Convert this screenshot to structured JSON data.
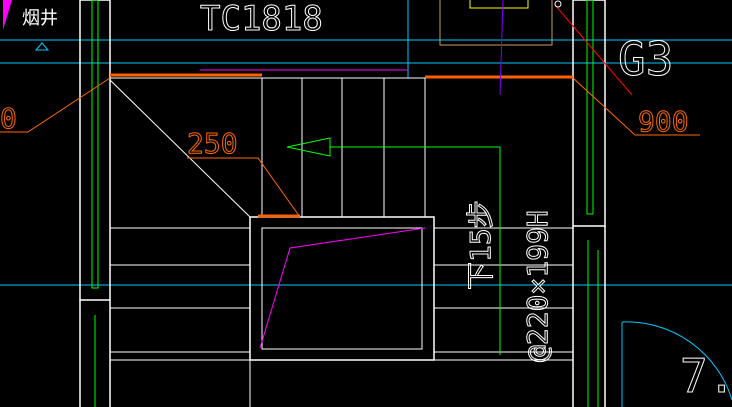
{
  "colors": {
    "background": "#000000",
    "wall": "#ffffff",
    "step": "#ffffff",
    "leader": "#ff8000",
    "dimension": "#ff6a00",
    "accent": "#ff6000",
    "cyan": "#00c8ff",
    "green": "#00ff00",
    "magenta": "#ff00ff",
    "yellow": "#ffff00",
    "red": "#ff0000",
    "olive": "#c8a060"
  },
  "labels": {
    "flue_shaft": "烟井",
    "window_tag": "TC1818",
    "grid_tag": "G3",
    "dim_left": "0",
    "dim_right": "900",
    "dim_step": "250",
    "steps_label": "下15步",
    "tread_spec": "@220×199H",
    "corner_number": "7."
  },
  "icons": {
    "flag_marker": "triangle-flag-icon",
    "small_marker": "triangle-marker-icon",
    "direction_arrow": "arrow-left-icon"
  }
}
